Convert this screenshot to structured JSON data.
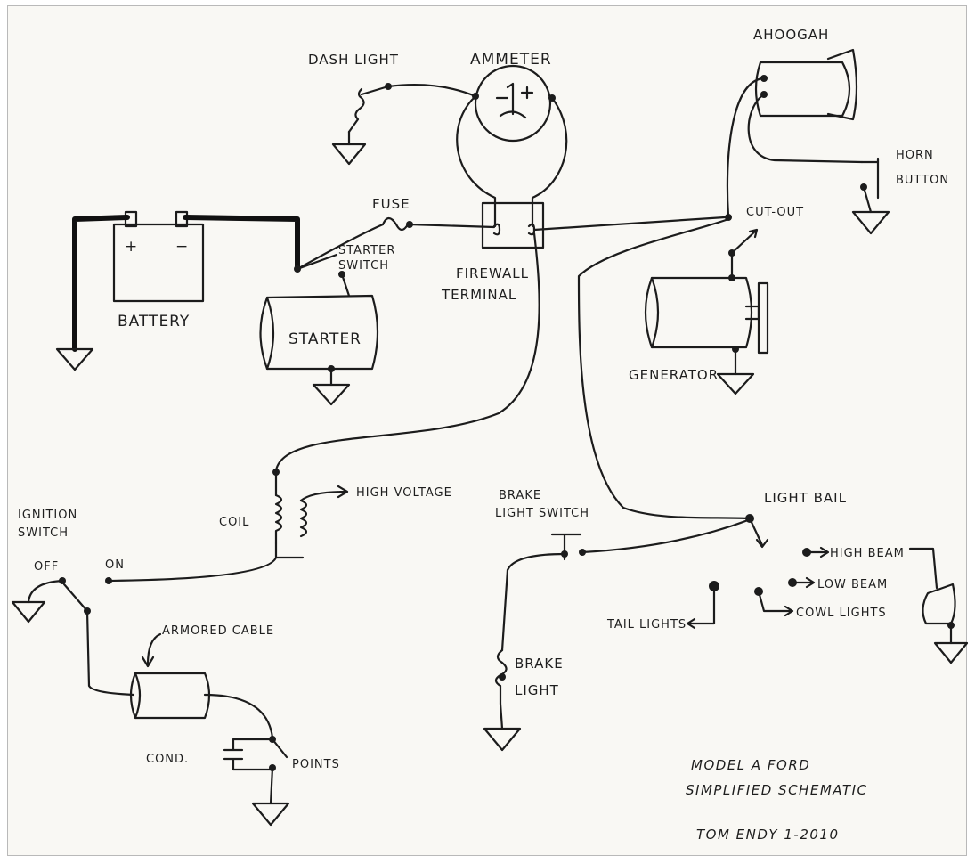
{
  "labels": {
    "dash_light": "DASH LIGHT",
    "ammeter": "AMMETER",
    "ahoogah": "AHOOGAH",
    "horn_button_1": "HORN",
    "horn_button_2": "BUTTON",
    "fuse": "FUSE",
    "starter_switch_1": "STARTER",
    "starter_switch_2": "SWITCH",
    "battery": "BATTERY",
    "starter": "STARTER",
    "firewall_terminal_1": "FIREWALL",
    "firewall_terminal_2": "TERMINAL",
    "cut_out": "CUT-OUT",
    "generator": "GENERATOR",
    "coil": "COIL",
    "high_voltage": "HIGH VOLTAGE",
    "ignition_switch_1": "IGNITION",
    "ignition_switch_2": "SWITCH",
    "off": "OFF",
    "on": "ON",
    "brake_light_switch_1": "BRAKE",
    "brake_light_switch_2": "LIGHT SWITCH",
    "light_bail": "LIGHT BAIL",
    "high_beam": "HIGH BEAM",
    "low_beam": "LOW BEAM",
    "cowl_lights": "COWL LIGHTS",
    "tail_lights": "TAIL LIGHTS",
    "brake_light_1": "BRAKE",
    "brake_light_2": "LIGHT",
    "armored_cable": "ARMORED CABLE",
    "cond": "COND.",
    "points": "POINTS",
    "plus": "+",
    "minus": "−"
  },
  "caption": {
    "line1": "MODEL A FORD",
    "line2": "SIMPLIFIED SCHEMATIC",
    "author": "TOM ENDY 1-2010"
  }
}
